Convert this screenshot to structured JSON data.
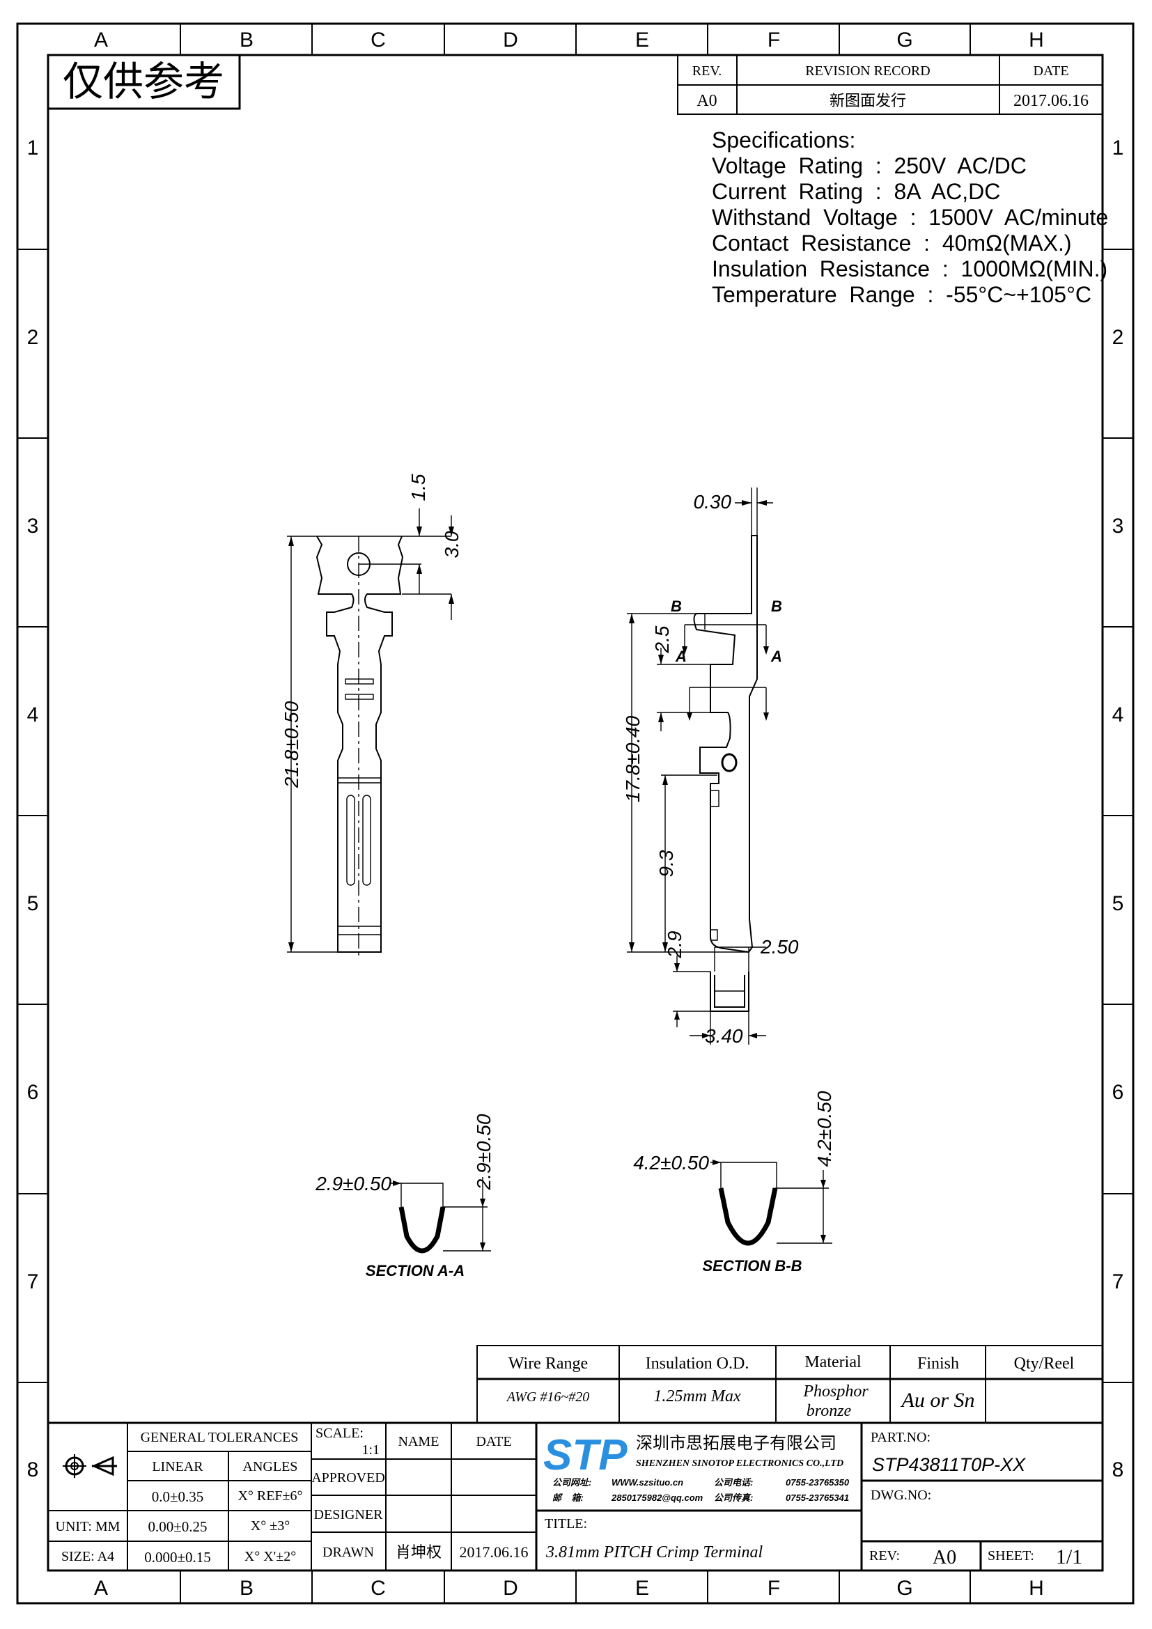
{
  "grid": {
    "columns": [
      "A",
      "B",
      "C",
      "D",
      "E",
      "F",
      "G",
      "H"
    ],
    "rows": [
      "1",
      "2",
      "3",
      "4",
      "5",
      "6",
      "7",
      "8"
    ]
  },
  "stamp": "仅供参考",
  "revision": {
    "headers": {
      "rev": "REV.",
      "record": "REVISION RECORD",
      "date": "DATE"
    },
    "row": {
      "rev": "A0",
      "record": "新图面发行",
      "date": "2017.06.16"
    }
  },
  "specifications": {
    "title": "Specifications:",
    "lines": [
      "Voltage  Rating  :  250V  AC/DC",
      "Current  Rating  :  8A  AC,DC",
      "Withstand  Voltage  :  1500V  AC/minute",
      "Contact  Resistance  :  40mΩ(MAX.)",
      "Insulation  Resistance  :  1000MΩ(MIN.)",
      "Temperature  Range  :  -55°C~+105°C"
    ]
  },
  "dimensions": {
    "front": {
      "overall": "21.8±0.50",
      "top": "1.5",
      "hole": "3.0"
    },
    "side": {
      "thickness": "0.30",
      "overall": "17.8±0.40",
      "lower": "9.3",
      "gap": "2.5",
      "cut_b": "B",
      "cut_a": "A"
    },
    "end": {
      "height": "2.9",
      "width_top": "2.50",
      "width_bottom": "3.40"
    },
    "section_a": {
      "label": "SECTION  A-A",
      "width": "2.9±0.50",
      "height": "2.9±0.50"
    },
    "section_b": {
      "label": "SECTION  B-B",
      "width": "4.2±0.50",
      "height": "4.2±0.50"
    }
  },
  "spec_table": {
    "headers": [
      "Wire Range",
      "Insulation O.D.",
      "Material",
      "Finish",
      "Qty/Reel"
    ],
    "values": [
      "AWG #16~#20",
      "1.25mm Max",
      "Phosphor",
      "Au or Sn",
      ""
    ],
    "material_line2": "bronze"
  },
  "title_block": {
    "general_tolerances": "GENERAL  TOLERANCES",
    "linear": "LINEAR",
    "angles": "ANGLES",
    "tol_rows": [
      {
        "linear": "0.0±0.35",
        "angle": "X°  REF±6°"
      },
      {
        "linear": "0.00±0.25",
        "angle": "X°  ±3°"
      },
      {
        "linear": "0.000±0.15",
        "angle": "X°  X'±2°"
      }
    ],
    "unit": "UNIT:  MM",
    "size": "SIZE:  A4",
    "scale_label": "SCALE:",
    "scale_value": "1:1",
    "name": "NAME",
    "date": "DATE",
    "approved": "APPROVED",
    "designer": "DESIGNER",
    "drawn": "DRAWN",
    "drawn_name": "肖坤权",
    "drawn_date": "2017.06.16",
    "company": {
      "logo": "STP",
      "name_cn": "深圳市思拓展电子有限公司",
      "name_en": "SHENZHEN SINOTOP ELECTRONICS CO.,LTD",
      "web_label": "公司网址:",
      "web": "WWW.szsituo.cn",
      "phone_label": "公司电话:",
      "phone": "0755-23765350",
      "mail_label": "邮    箱:",
      "mail": "2850175982@qq.com",
      "fax_label": "公司传真:",
      "fax": "0755-23765341"
    },
    "title_label": "TITLE:",
    "title": "3.81mm PITCH Crimp Terminal",
    "part_no_label": "PART.NO:",
    "part_no": "STP43811T0P-XX",
    "dwg_no_label": "DWG.NO:",
    "rev_label": "REV:",
    "rev": "A0",
    "sheet_label": "SHEET:",
    "sheet": "1/1"
  },
  "colors": {
    "logo": "#2b8fe0"
  }
}
